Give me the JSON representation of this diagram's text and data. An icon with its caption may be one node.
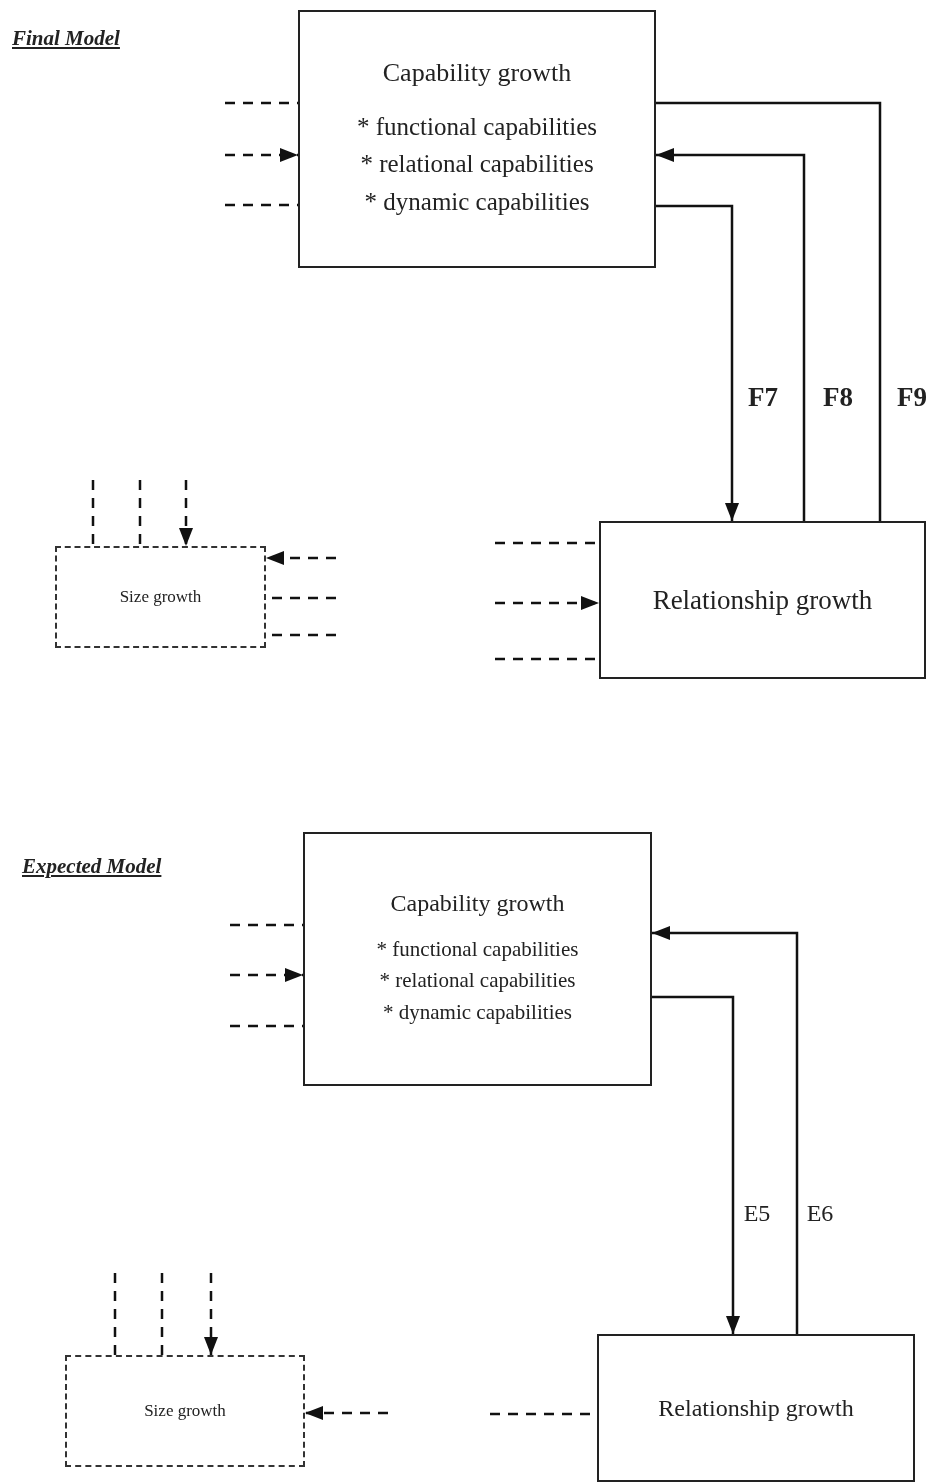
{
  "diagram": {
    "nodes": [
      {
        "text": [
          "Capability growth",
          "* functional capabilities * relational capabilities * dynamic capabilities"
        ]
      },
      {
        "text": [
          "Size growth"
        ]
      },
      {
        "text": [
          "Relationship growth"
        ]
      },
      {
        "text": [
          "Capability growth",
          "* functional capabilities * relational capabilities * dynamic capabilities"
        ]
      },
      {
        "text": [
          "Size growth"
        ]
      },
      {
        "text": [
          "Relationship growth"
        ]
      }
    ],
    "edges": [
      {
        "from": null,
        "to": 0,
        "arrow": "none",
        "style": "dashed"
      },
      {
        "from": null,
        "to": 0,
        "arrow": "to",
        "style": "dashed"
      },
      {
        "from": null,
        "to": 0,
        "arrow": "none",
        "style": "dashed"
      },
      {
        "from": 0,
        "to": 2,
        "arrow": "to",
        "label": "F7"
      },
      {
        "from": 2,
        "to": 0,
        "arrow": "to",
        "label": "F8"
      },
      {
        "from": 2,
        "to": 0,
        "arrow": "none",
        "label": "F9"
      },
      {
        "from": null,
        "to": 1,
        "arrow": "none",
        "style": "dashed"
      },
      {
        "from": null,
        "to": 1,
        "arrow": "none",
        "style": "dashed"
      },
      {
        "from": null,
        "to": 1,
        "arrow": "to",
        "style": "dashed"
      },
      {
        "from": null,
        "to": 1,
        "arrow": "to",
        "style": "dashed"
      },
      {
        "from": null,
        "to": 1,
        "arrow": "none",
        "style": "dashed"
      },
      {
        "from": null,
        "to": 1,
        "arrow": "none",
        "style": "dashed"
      },
      {
        "from": null,
        "to": 2,
        "arrow": "none",
        "style": "dashed"
      },
      {
        "from": null,
        "to": 2,
        "arrow": "to",
        "style": "dashed"
      },
      {
        "from": null,
        "to": 2,
        "arrow": "none",
        "style": "dashed"
      },
      {
        "from": null,
        "to": 3,
        "arrow": "none",
        "style": "dashed"
      },
      {
        "from": null,
        "to": 3,
        "arrow": "to",
        "style": "dashed"
      },
      {
        "from": null,
        "to": 3,
        "arrow": "none",
        "style": "dashed"
      },
      {
        "from": 3,
        "to": 5,
        "arrow": "to",
        "label": "E5"
      },
      {
        "from": 5,
        "to": 3,
        "arrow": "to",
        "label": "E6"
      },
      {
        "from": null,
        "to": 4,
        "arrow": "none",
        "style": "dashed"
      },
      {
        "from": null,
        "to": 4,
        "arrow": "none",
        "style": "dashed"
      },
      {
        "from": null,
        "to": 4,
        "arrow": "to",
        "style": "dashed"
      },
      {
        "from": null,
        "to": 4,
        "arrow": "to",
        "style": "dashed"
      },
      {
        "from": null,
        "to": 5,
        "arrow": "none",
        "style": "dashed"
      }
    ],
    "labels": [
      "Final Model",
      "Expected Model"
    ]
  }
}
